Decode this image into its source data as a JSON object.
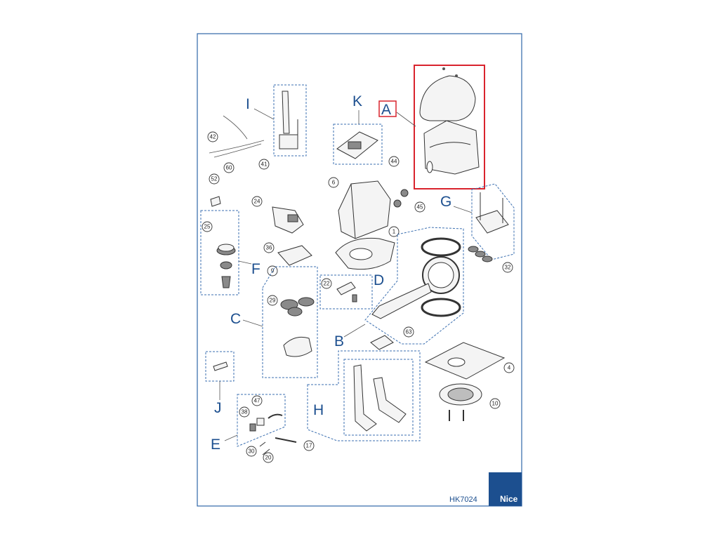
{
  "sheet": {
    "code": "HK7024",
    "brand": "Nice",
    "brand_color": "#1c4f8f",
    "highlight_color": "#d9232d"
  },
  "groups": {
    "A": "A",
    "B": "B",
    "C": "C",
    "D": "D",
    "E": "E",
    "F": "F",
    "G": "G",
    "H": "H",
    "I": "I",
    "J": "J",
    "K": "K"
  },
  "parts": {
    "p1": "1",
    "p4": "4",
    "p6": "6",
    "p9": "9",
    "p10": "10",
    "p17": "17",
    "p20": "20",
    "p22": "22",
    "p24": "24",
    "p25": "25",
    "p29": "29",
    "p30": "30",
    "p32": "32",
    "p36": "36",
    "p38": "38",
    "p41": "41",
    "p42": "42",
    "p44": "44",
    "p45": "45",
    "p47": "47",
    "p52": "52",
    "p60": "60",
    "p63": "63"
  }
}
